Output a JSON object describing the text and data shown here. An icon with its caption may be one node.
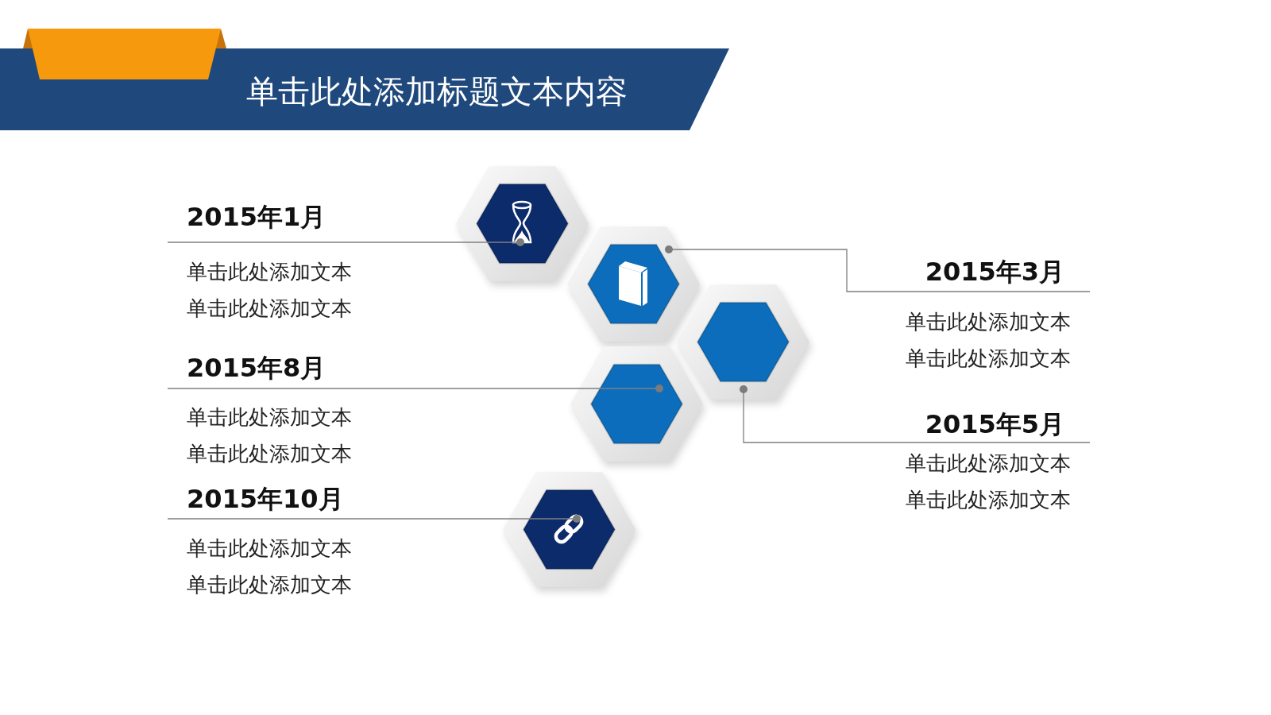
{
  "diagram": {
    "title": "单击此处添加标题文本内容",
    "nodes": [
      {
        "text": [
          "2015年1月",
          "单击此处添加文本",
          "单击此处添加文本"
        ]
      },
      {
        "text": [],
        "shape": "hexagon"
      },
      {
        "text": [],
        "shape": "hexagon"
      },
      {
        "text": [
          "2015年3月",
          "单击此处添加文本",
          "单击此处添加文本"
        ]
      },
      {
        "text": [],
        "shape": "hexagon"
      },
      {
        "text": [
          "2015年8月",
          "单击此处添加文本",
          "单击此处添加文本"
        ]
      },
      {
        "text": [],
        "shape": "hexagon"
      },
      {
        "text": [
          "2015年5月",
          "单击此处添加文本",
          "单击此处添加文本"
        ]
      },
      {
        "text": [
          "2015年10月",
          "单击此处添加文本",
          "单击此处添加文本"
        ]
      },
      {
        "text": [],
        "shape": "hexagon"
      }
    ],
    "edges": [
      {
        "from": 0,
        "to": 1,
        "arrow": "other"
      },
      {
        "from": 3,
        "to": 2,
        "arrow": "other"
      },
      {
        "from": 5,
        "to": 6,
        "arrow": "other"
      },
      {
        "from": 7,
        "to": 4,
        "arrow": "other"
      },
      {
        "from": 8,
        "to": 9,
        "arrow": "other"
      }
    ]
  }
}
